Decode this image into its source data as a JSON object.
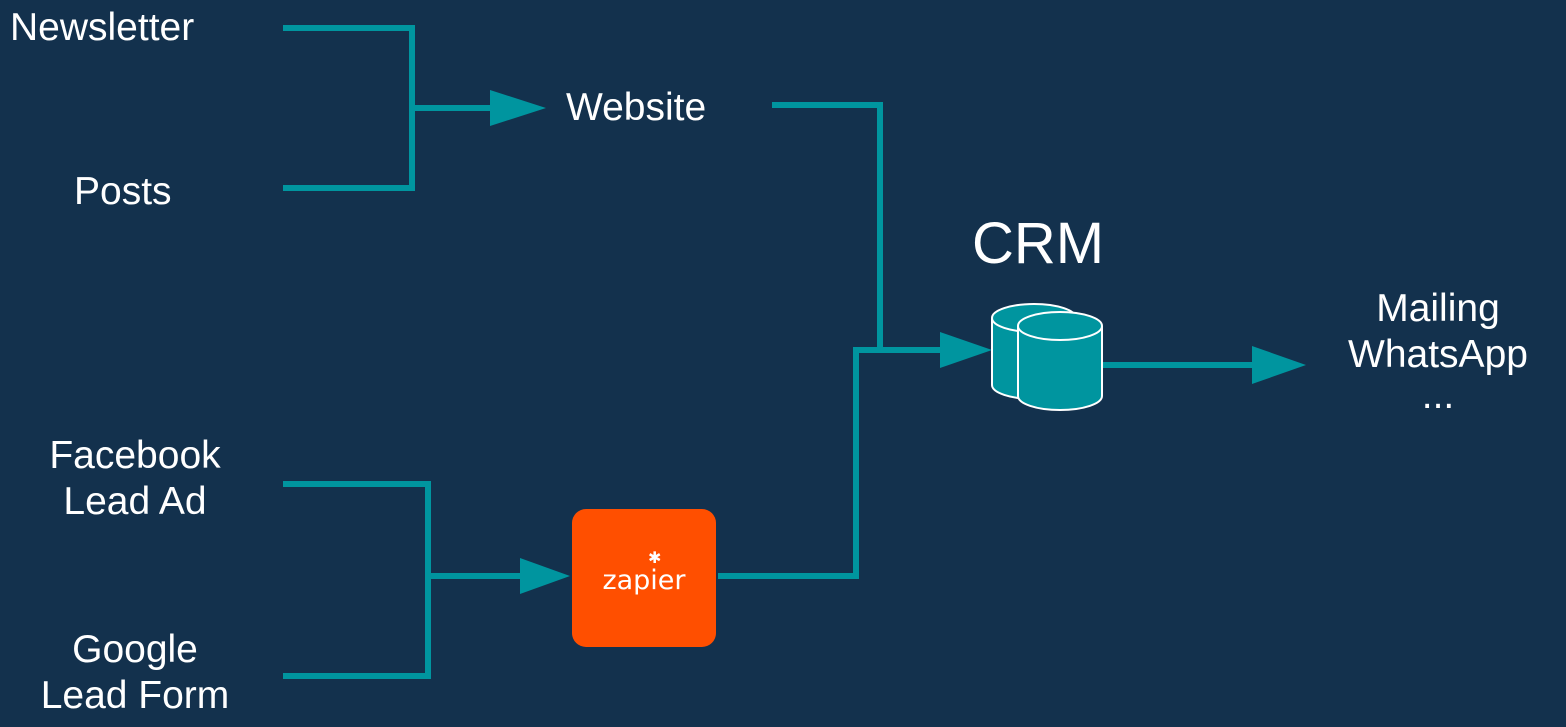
{
  "colors": {
    "background": "#13314d",
    "connector": "#00959f",
    "database_fill": "#00959f",
    "database_stroke": "#ffffff",
    "zapier_orange": "#ff4f00",
    "text": "#ffffff"
  },
  "nodes": {
    "newsletter": "Newsletter",
    "posts": "Posts",
    "website": "Website",
    "facebook_line1": "Facebook",
    "facebook_line2": "Lead Ad",
    "google_line1": "Google",
    "google_line2": "Lead Form",
    "zapier": "zapier",
    "crm": "CRM",
    "out_line1": "Mailing",
    "out_line2": "WhatsApp",
    "out_line3": "..."
  },
  "icons": {
    "zapier_logo": "zapier-logo-icon",
    "crm_database": "database-icon"
  }
}
